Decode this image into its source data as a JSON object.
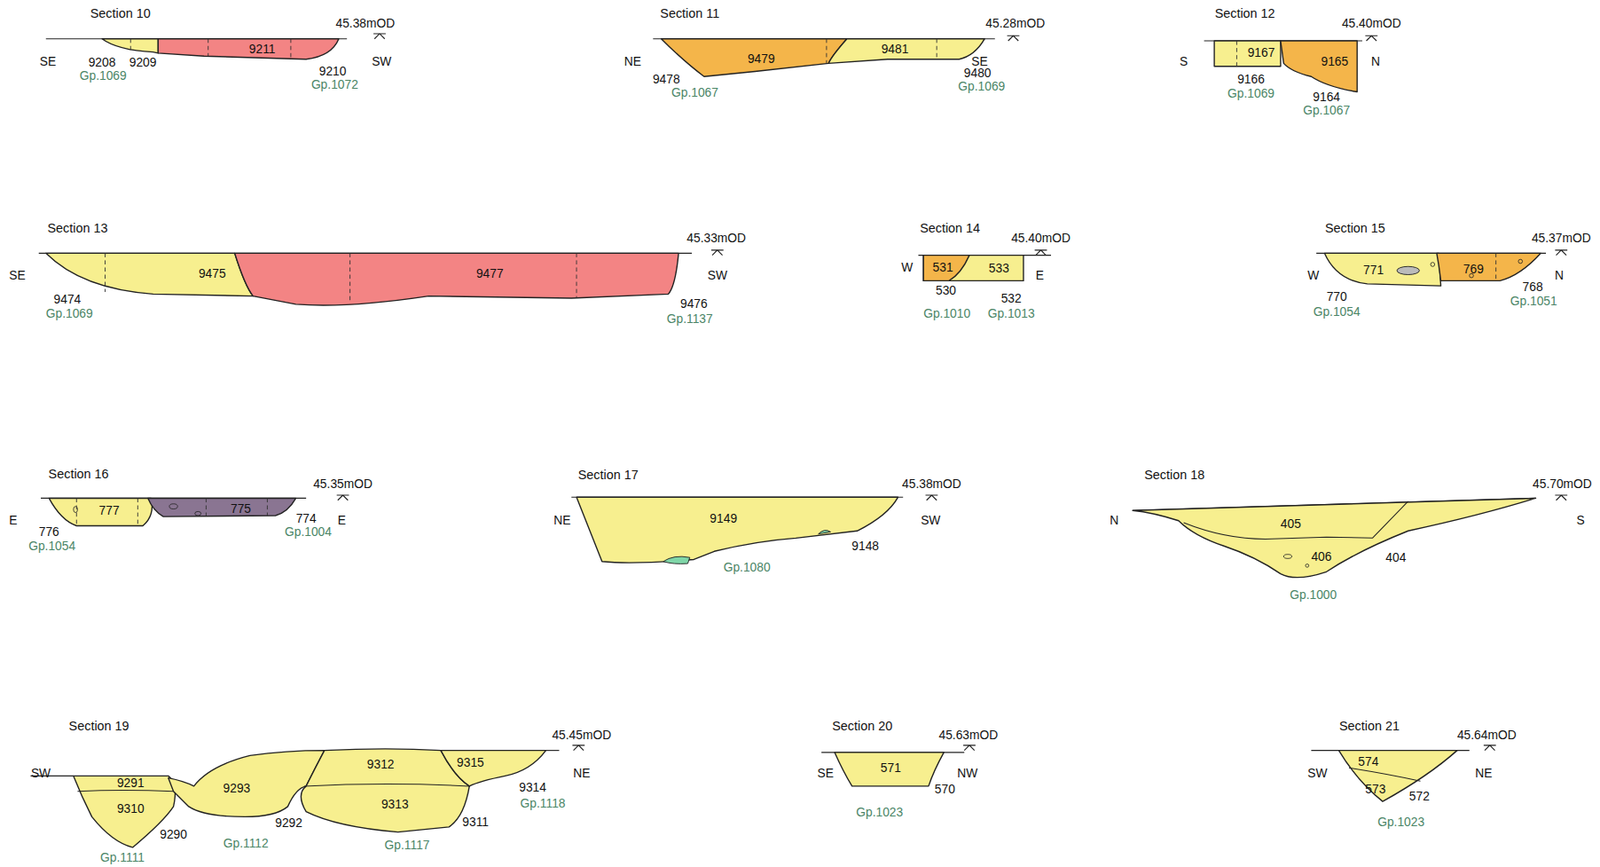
{
  "diagram": {
    "nodes": [
      {
        "text": [
          "9211"
        ]
      },
      {
        "text": [
          "9479"
        ]
      },
      {
        "text": [
          "9481"
        ]
      },
      {
        "text": [
          "9167"
        ]
      },
      {
        "text": [
          "9165"
        ]
      },
      {
        "text": [
          "9475"
        ]
      },
      {
        "text": [
          "9477"
        ]
      },
      {
        "text": [
          "531"
        ]
      },
      {
        "text": [
          "533"
        ]
      },
      {
        "text": [
          "771"
        ]
      },
      {
        "text": [
          "769"
        ]
      },
      {
        "text": [
          "777"
        ]
      },
      {
        "text": [
          "775"
        ]
      },
      {
        "text": [
          "9149"
        ]
      },
      {
        "text": [
          "405"
        ]
      },
      {
        "text": [
          "406"
        ]
      },
      {
        "text": [
          "9291"
        ]
      },
      {
        "text": [
          "9310"
        ]
      },
      {
        "text": [
          "9293"
        ]
      },
      {
        "text": [
          "9312"
        ]
      },
      {
        "text": [
          "9313"
        ]
      },
      {
        "text": [
          "9315"
        ]
      },
      {
        "text": [
          "571"
        ]
      },
      {
        "text": [
          "574"
        ]
      },
      {
        "text": [
          "573"
        ]
      }
    ],
    "labels": [
      "Section 10",
      "45.38mOD",
      "SE",
      "SW",
      "9208",
      "9209",
      "9210",
      "Gp.1069",
      "Gp.1072",
      "Section 11",
      "45.28mOD",
      "NE",
      "SE",
      "9478",
      "9480",
      "Gp.1067",
      "Gp.1069",
      "Section 12",
      "45.40mOD",
      "S",
      "N",
      "9166",
      "9164",
      "Gp.1069",
      "Gp.1067",
      "Section 13",
      "45.33mOD",
      "SE",
      "SW",
      "9474",
      "9476",
      "Gp.1069",
      "Gp.1137",
      "Section 14",
      "45.40mOD",
      "W",
      "E",
      "530",
      "532",
      "Gp.1010",
      "Gp.1013",
      "Section 15",
      "45.37mOD",
      "W",
      "N",
      "770",
      "768",
      "Gp.1054",
      "Gp.1051",
      "Section 16",
      "45.35mOD",
      "E",
      "E",
      "776",
      "774",
      "Gp.1054",
      "Gp.1004",
      "Section 17",
      "45.38mOD",
      "NE",
      "SW",
      "9148",
      "Gp.1080",
      "Section 18",
      "45.70mOD",
      "N",
      "S",
      "404",
      "Gp.1000",
      "Section 19",
      "45.45mOD",
      "SW",
      "NE",
      "9290",
      "9292",
      "9311",
      "9314",
      "Gp.1111",
      "Gp.1112",
      "Gp.1117",
      "Gp.1118",
      "Section 20",
      "45.63mOD",
      "SE",
      "NW",
      "570",
      "Gp.1023",
      "Section 21",
      "45.64mOD",
      "SW",
      "NE",
      "572",
      "Gp.1023"
    ]
  }
}
